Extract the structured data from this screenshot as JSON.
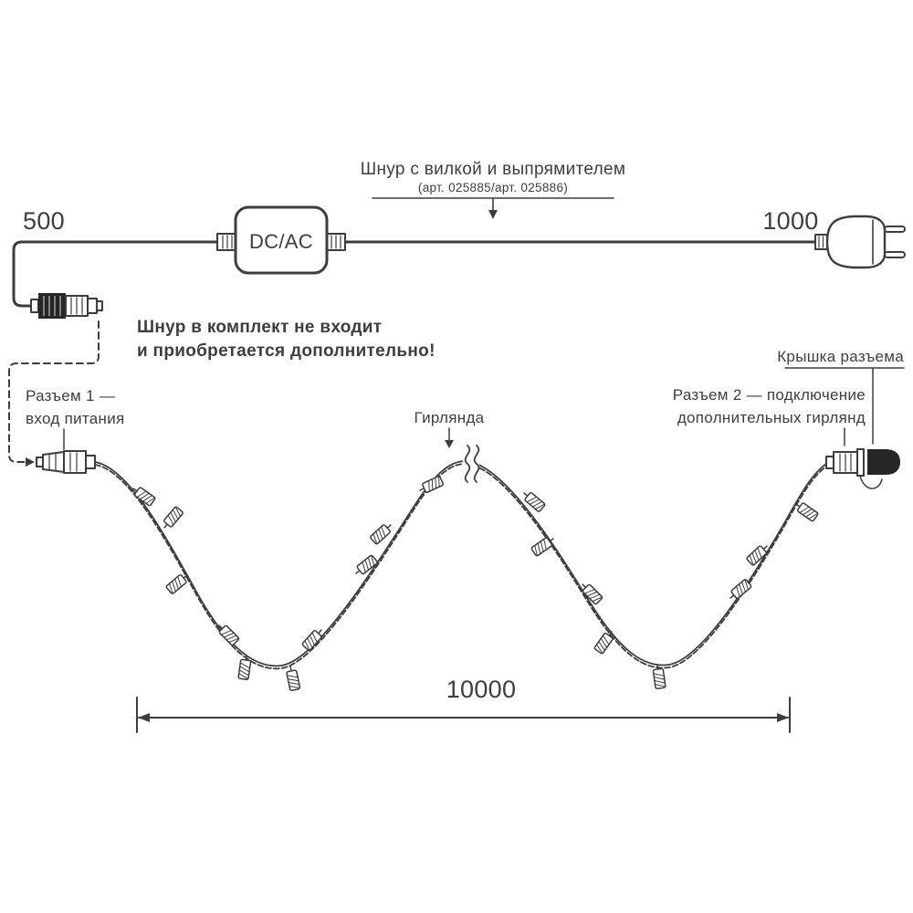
{
  "colors": {
    "background": "#ffffff",
    "line": "#3d3d3d",
    "text": "#3e3e3e",
    "dark_fill": "#262626"
  },
  "power_cord": {
    "label": "Шнур с вилкой и выпрямителем",
    "sublabel": "(арт. 025885/арт. 025886)",
    "left_length": "500",
    "right_length": "1000",
    "converter_label": "DC/AC"
  },
  "notes": {
    "not_included_line1": "Шнур в комплект не входит",
    "not_included_line2": "и приобретается дополнительно!"
  },
  "connector1": {
    "line1": "Разъем 1 —",
    "line2": "вход питания"
  },
  "garland": {
    "label": "Гирлянда",
    "total_length": "10000"
  },
  "connector2": {
    "line1": "Разъем 2 — подключение",
    "line2": "дополнительных гирлянд"
  },
  "cap": {
    "label": "Крышка разъема"
  }
}
